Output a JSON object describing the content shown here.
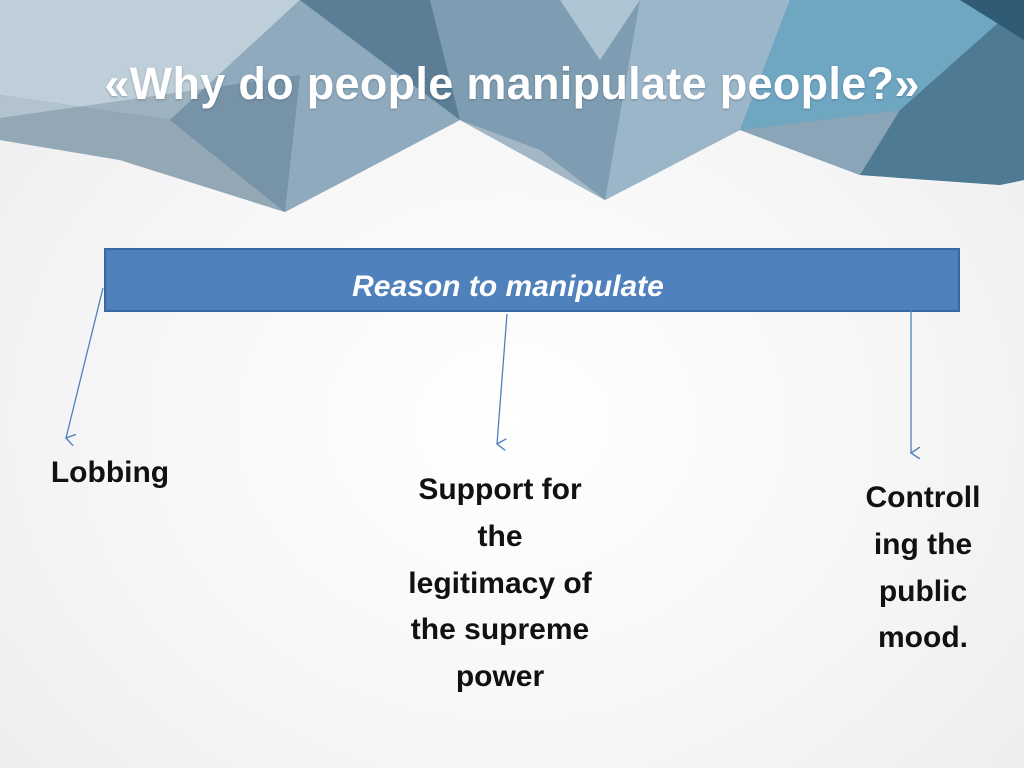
{
  "slide": {
    "title": "«Why do people manipulate people?»"
  },
  "diagram": {
    "root": {
      "label": "Reason to manipulate",
      "color": "#4f81bd"
    },
    "branches": [
      {
        "lines": [
          "Lobbing"
        ]
      },
      {
        "lines": [
          "Support for",
          "the",
          "legitimacy of",
          "the supreme",
          "power"
        ]
      },
      {
        "lines": [
          "Controll",
          "ing the",
          "public",
          "mood."
        ]
      }
    ],
    "arrow_color": "#4f81bd"
  }
}
